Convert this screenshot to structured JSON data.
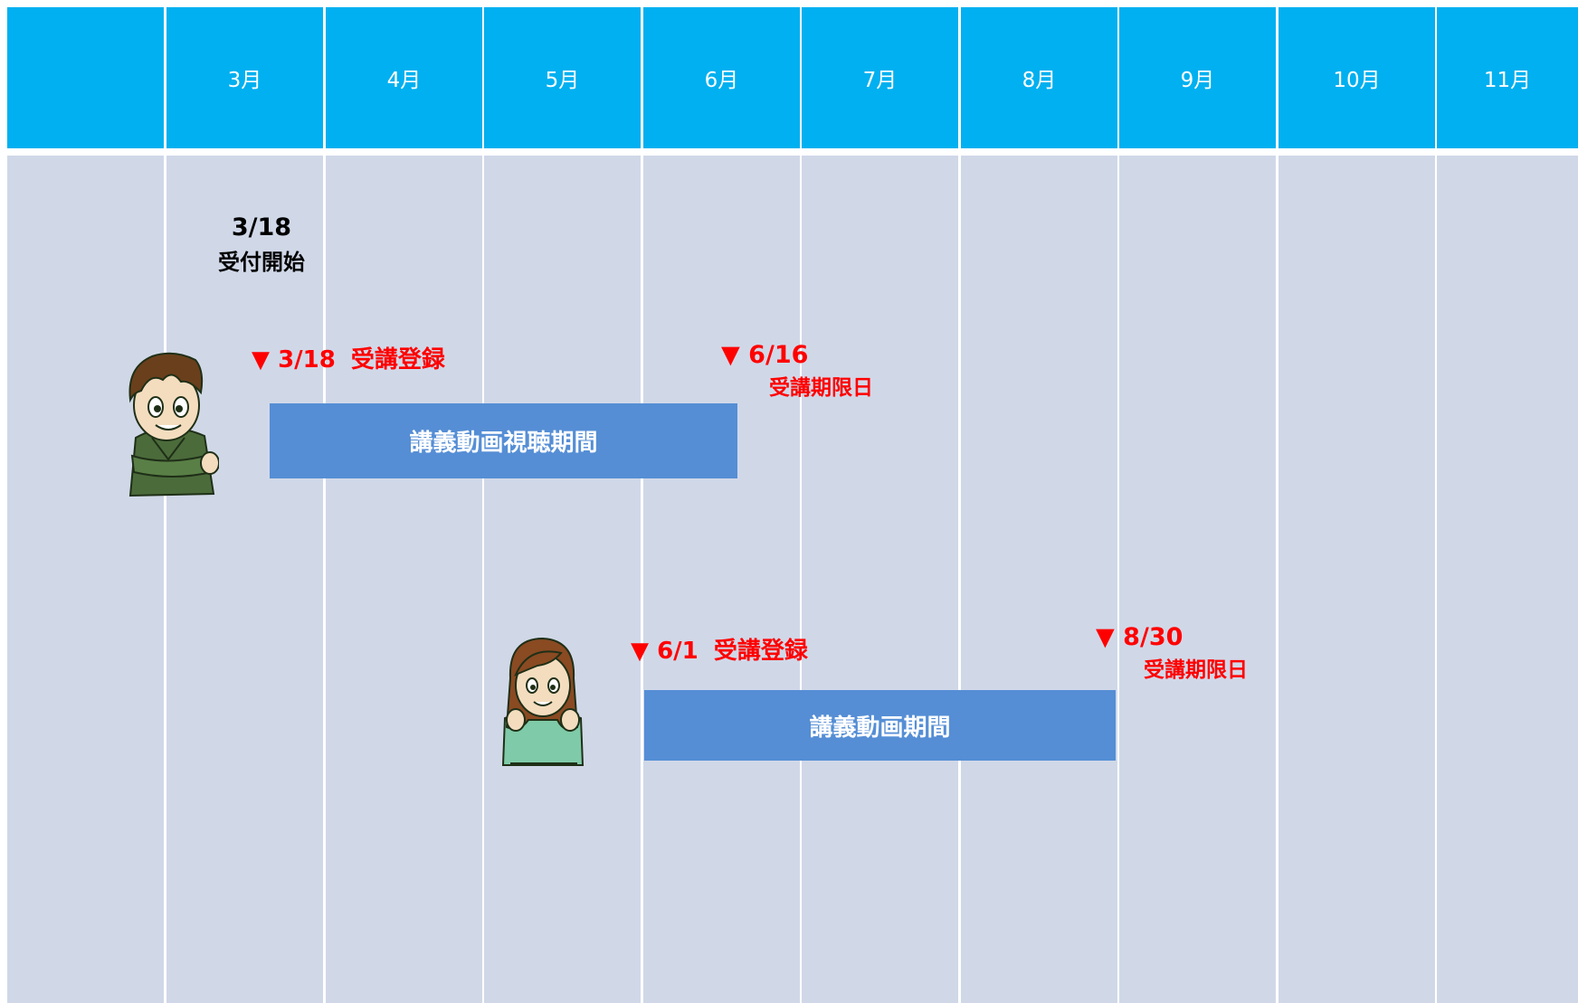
{
  "colors": {
    "header": "#00b0f0",
    "body": "#d0d8e8",
    "bar": "#558ed5",
    "marker": "#ff0000"
  },
  "header": {
    "months": [
      "3月",
      "4月",
      "5月",
      "6月",
      "7月",
      "8月",
      "9月",
      "10月",
      "11月"
    ]
  },
  "reception_start": {
    "date": "3/18",
    "label": "受付開始"
  },
  "timeline_a": {
    "character": "male-student-icon",
    "registration": {
      "marker": "▼",
      "date": "3/18",
      "label": "受講登録"
    },
    "deadline": {
      "marker": "▼",
      "date": "6/16",
      "label": "受講期限日"
    },
    "bar_label": "講義動画視聴期間"
  },
  "timeline_b": {
    "character": "female-student-icon",
    "registration": {
      "marker": "▼",
      "date": "6/1",
      "label": "受講登録"
    },
    "deadline": {
      "marker": "▼",
      "date": "8/30",
      "label": "受講期限日"
    },
    "bar_label": "講義動画期間"
  }
}
